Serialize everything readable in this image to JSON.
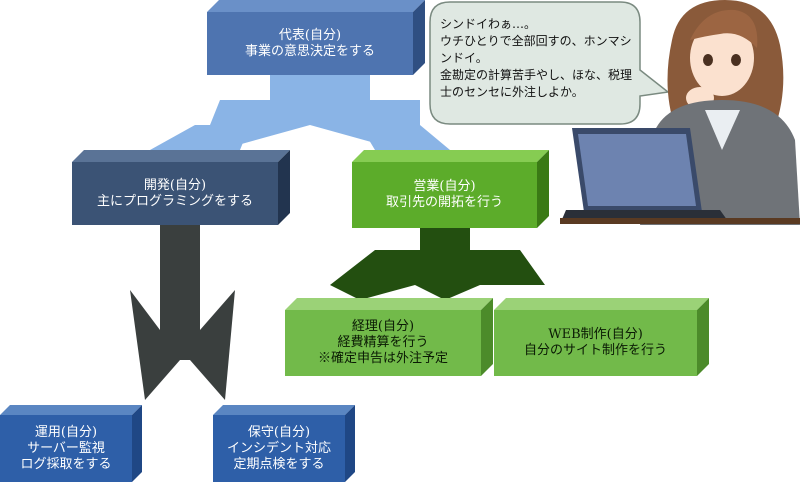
{
  "nodes": {
    "representative": {
      "title": "代表(自分)",
      "desc": "事業の意思決定をする"
    },
    "development": {
      "title": "開発(自分)",
      "desc": "主にプログラミングをする"
    },
    "sales": {
      "title": "営業(自分)",
      "desc": "取引先の開拓を行う"
    },
    "accounting": {
      "title": "経理(自分)",
      "desc": "経費精算を行う",
      "note": "※確定申告は外注予定"
    },
    "web": {
      "title": "WEB制作(自分)",
      "desc": "自分のサイト制作を行う"
    },
    "operations": {
      "title": "運用(自分)",
      "desc": "サーバー監視",
      "desc2": "ログ採取をする"
    },
    "maintenance": {
      "title": "保守(自分)",
      "desc": "インシデント対応",
      "desc2": "定期点検をする"
    }
  },
  "speech_bubble": {
    "text": "シンドイわぁ…。\nウチひとりで全部回すの、ホンマシンドイ。\n金勘定の計算苦手やし、ほな、税理士のセンセに外注しよか。"
  },
  "colors": {
    "blue_front": "#4e74b0",
    "blue_top": "#6a90c8",
    "blue_side": "#2f4f82",
    "navy_front": "#3b5375",
    "navy_top": "#5a7396",
    "navy_side": "#22344f",
    "green_front": "#5cac2a",
    "green_top": "#86cc52",
    "green_side": "#3a7a15",
    "lightgreen_front": "#72ba4a",
    "lightgreen_top": "#9bd277",
    "lightgreen_side": "#4c8b2a",
    "arrow_blue": "#8ab4e6",
    "arrow_dark": "#3a3f3e",
    "arrow_green": "#234f10"
  }
}
